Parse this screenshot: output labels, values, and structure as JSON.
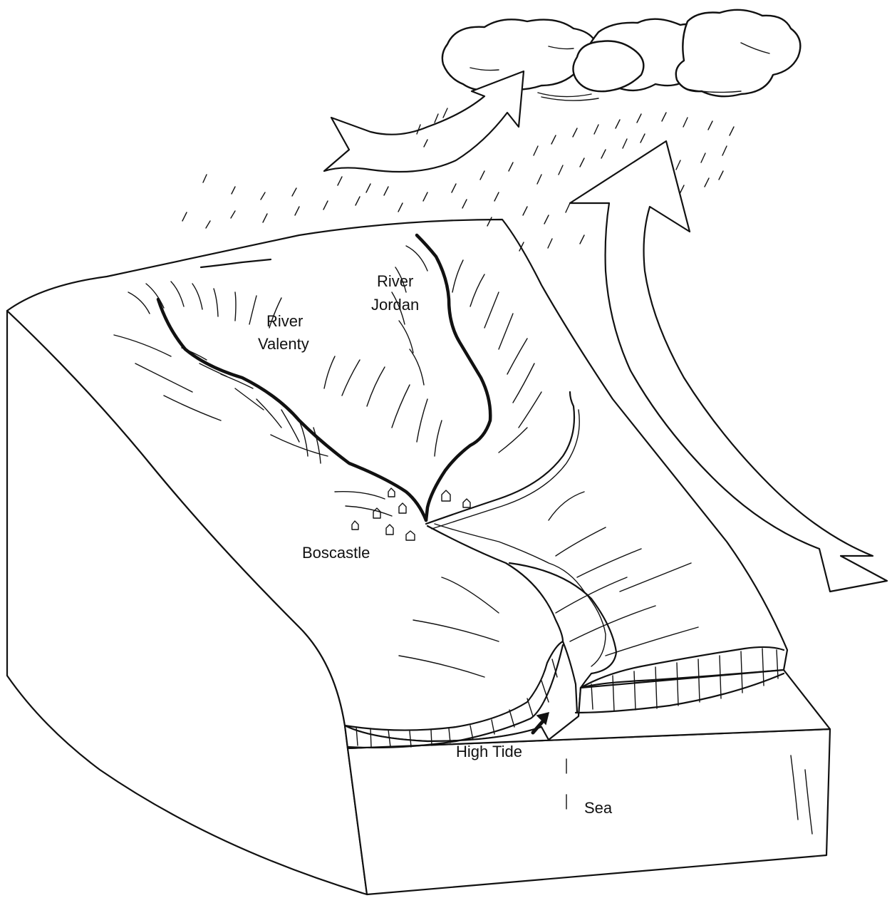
{
  "diagram": {
    "labels": {
      "river_jordan_line1": "River",
      "river_jordan_line2": "Jordan",
      "river_valenty_line1": "River",
      "river_valenty_line2": "Valenty",
      "boscastle": "Boscastle",
      "high_tide": "High Tide",
      "sea": "Sea"
    },
    "colors": {
      "ink": "#111111",
      "background": "#ffffff"
    },
    "icons": [
      "cloud-icon",
      "airflow-arrow-icon",
      "rain-icon",
      "house-icon",
      "tide-arrow-icon"
    ]
  }
}
